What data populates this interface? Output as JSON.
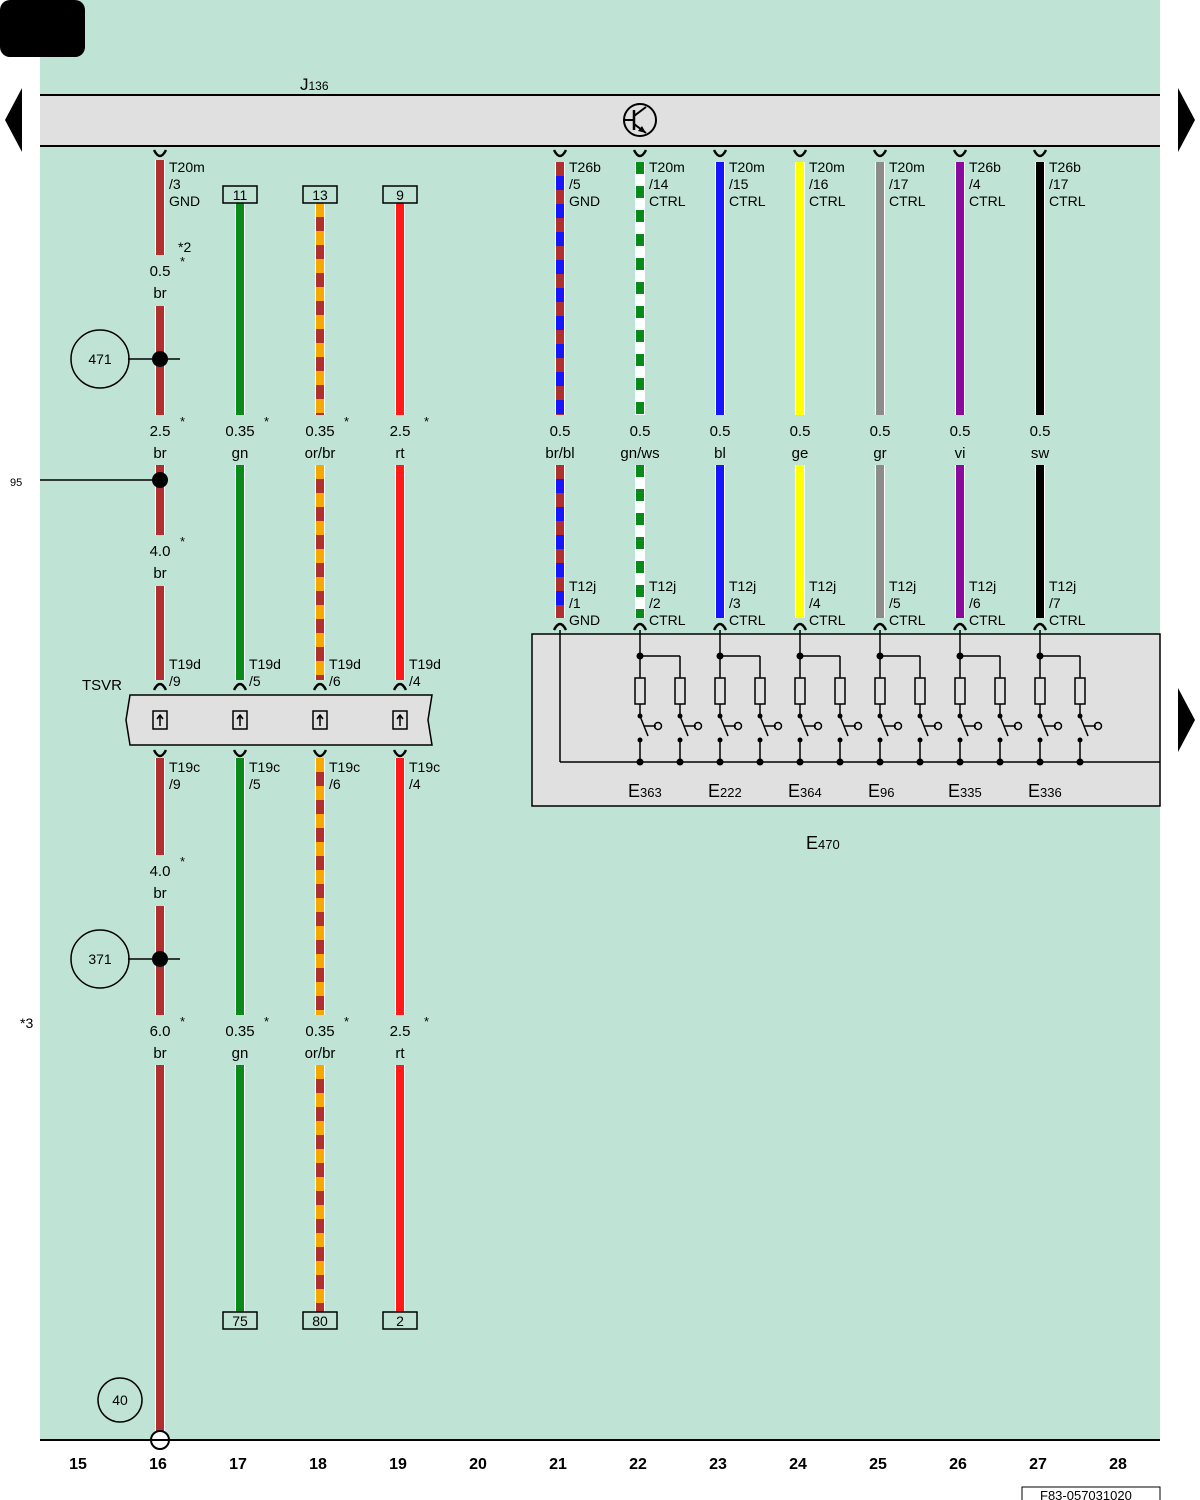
{
  "module": {
    "name": "J",
    "sub": "136"
  },
  "page_ref": "95",
  "footnote_main": "*3",
  "footer_code": "F83-057031020",
  "tsvr": "TSVR",
  "group": {
    "name": "E",
    "sub": "470"
  },
  "grid_numbers": [
    "15",
    "16",
    "17",
    "18",
    "19",
    "20",
    "21",
    "22",
    "23",
    "24",
    "25",
    "26",
    "27",
    "28"
  ],
  "switches": [
    {
      "name": "E",
      "sub": "363"
    },
    {
      "name": "E",
      "sub": "222"
    },
    {
      "name": "E",
      "sub": "364"
    },
    {
      "name": "E",
      "sub": "96"
    },
    {
      "name": "E",
      "sub": "335"
    },
    {
      "name": "E",
      "sub": "336"
    }
  ],
  "ground_points": [
    "471",
    "371",
    "40"
  ],
  "br_wire": {
    "top_pin": [
      "T20m",
      "/3",
      "GND"
    ],
    "note": "*2",
    "segments": [
      {
        "size": "0.5",
        "color": "br",
        "star": "*"
      },
      {
        "size": "2.5",
        "color": "br",
        "star": "*"
      },
      {
        "size": "4.0",
        "color": "br",
        "star": "*"
      },
      {
        "size": "4.0",
        "color": "br",
        "star": "*"
      },
      {
        "size": "6.0",
        "color": "br",
        "star": "*"
      }
    ]
  },
  "conn_top": [
    {
      "name": "T19d",
      "pin": "/9"
    },
    {
      "name": "T19d",
      "pin": "/5"
    },
    {
      "name": "T19d",
      "pin": "/6"
    },
    {
      "name": "T19d",
      "pin": "/4"
    }
  ],
  "conn_bottom": [
    {
      "name": "T19c",
      "pin": "/9"
    },
    {
      "name": "T19c",
      "pin": "/5"
    },
    {
      "name": "T19c",
      "pin": "/6"
    },
    {
      "name": "T19c",
      "pin": "/4"
    }
  ],
  "left_wires": [
    {
      "top_box": "11",
      "size1": "0.35",
      "color1": "gn",
      "size2": "0.35",
      "color2": "gn",
      "bottom_box": "75",
      "star": "*"
    },
    {
      "top_box": "13",
      "size1": "0.35",
      "color1": "or/br",
      "size2": "0.35",
      "color2": "or/br",
      "bottom_box": "80",
      "star": "*"
    },
    {
      "top_box": "9",
      "size1": "2.5",
      "color1": "rt",
      "size2": "2.5",
      "color2": "rt",
      "bottom_box": "2",
      "star": "*"
    }
  ],
  "right_wires": [
    {
      "pin": [
        "T26b",
        "/5",
        "GND"
      ],
      "size": "0.5",
      "color": "br/bl",
      "pin2": [
        "T12j",
        "/1",
        "GND"
      ]
    },
    {
      "pin": [
        "T20m",
        "/14",
        "CTRL"
      ],
      "size": "0.5",
      "color": "gn/ws",
      "pin2": [
        "T12j",
        "/2",
        "CTRL"
      ]
    },
    {
      "pin": [
        "T20m",
        "/15",
        "CTRL"
      ],
      "size": "0.5",
      "color": "bl",
      "pin2": [
        "T12j",
        "/3",
        "CTRL"
      ]
    },
    {
      "pin": [
        "T20m",
        "/16",
        "CTRL"
      ],
      "size": "0.5",
      "color": "ge",
      "pin2": [
        "T12j",
        "/4",
        "CTRL"
      ]
    },
    {
      "pin": [
        "T20m",
        "/17",
        "CTRL"
      ],
      "size": "0.5",
      "color": "gr",
      "pin2": [
        "T12j",
        "/5",
        "CTRL"
      ]
    },
    {
      "pin": [
        "T26b",
        "/4",
        "CTRL"
      ],
      "size": "0.5",
      "color": "vi",
      "pin2": [
        "T12j",
        "/6",
        "CTRL"
      ]
    },
    {
      "pin": [
        "T26b",
        "/17",
        "CTRL"
      ],
      "size": "0.5",
      "color": "sw",
      "pin2": [
        "T12j",
        "/7",
        "CTRL"
      ]
    }
  ],
  "colors": {
    "background": "#bfe4d6",
    "module_fill": "#e0e0e0",
    "br": "#b03030",
    "gn": "#0a8a1a",
    "or": "#f5a800",
    "rt": "#ff1a1a",
    "bl": "#1515ff",
    "ge": "#ffff00",
    "gr": "#8c8c8c",
    "vi": "#8a0aa0",
    "sw": "#000000",
    "ws": "#ffffff"
  }
}
